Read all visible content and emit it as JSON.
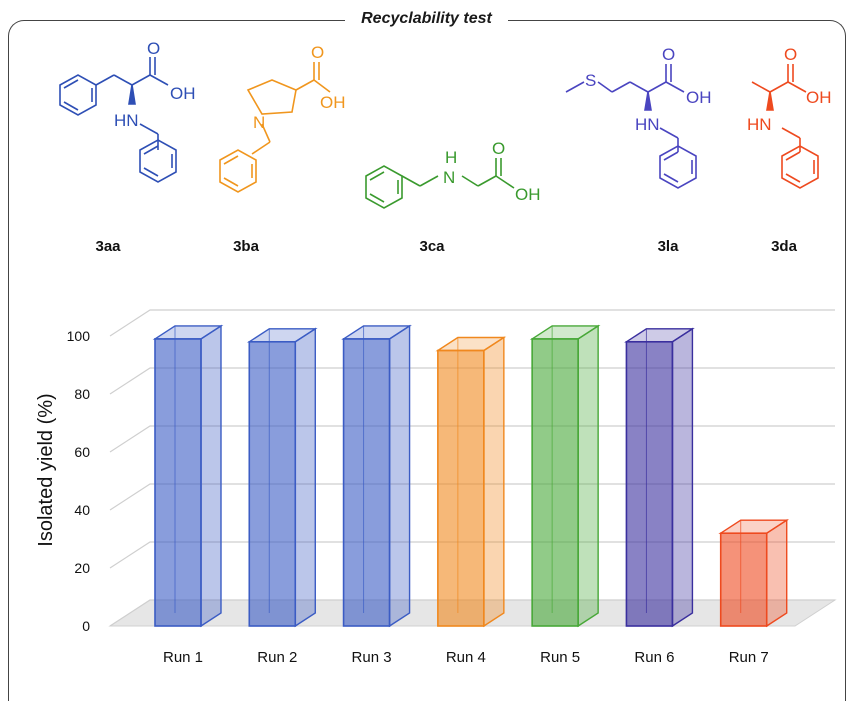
{
  "figure": {
    "title": "Recyclability test"
  },
  "compounds": [
    {
      "label": "3aa",
      "color": "#2e4fb5"
    },
    {
      "label": "3ba",
      "color": "#f0961e"
    },
    {
      "label": "3ca",
      "color": "#3a9a2e"
    },
    {
      "label": "3la",
      "color": "#4a45c0"
    },
    {
      "label": "3da",
      "color": "#ee4a1f"
    }
  ],
  "atoms": {
    "o": "O",
    "oh": "OH",
    "hn": "HN",
    "nh_h": "H",
    "nh_n": "N",
    "n": "N",
    "s": "S"
  },
  "chart_data": {
    "type": "bar",
    "categories": [
      "Run 1",
      "Run 2",
      "Run 3",
      "Run 4",
      "Run 5",
      "Run 6",
      "Run 7"
    ],
    "values": [
      99,
      98,
      99,
      95,
      99,
      98,
      32
    ],
    "colors": [
      "#3b5cc4",
      "#3b5cc4",
      "#3b5cc4",
      "#f0881e",
      "#48a838",
      "#3a2f9e",
      "#ee4a1f"
    ],
    "xlabel": "",
    "ylabel": "Isolated yield (%)",
    "ylim": [
      0,
      100
    ],
    "yticks": [
      0,
      20,
      40,
      60,
      80,
      100
    ],
    "grid": true
  }
}
